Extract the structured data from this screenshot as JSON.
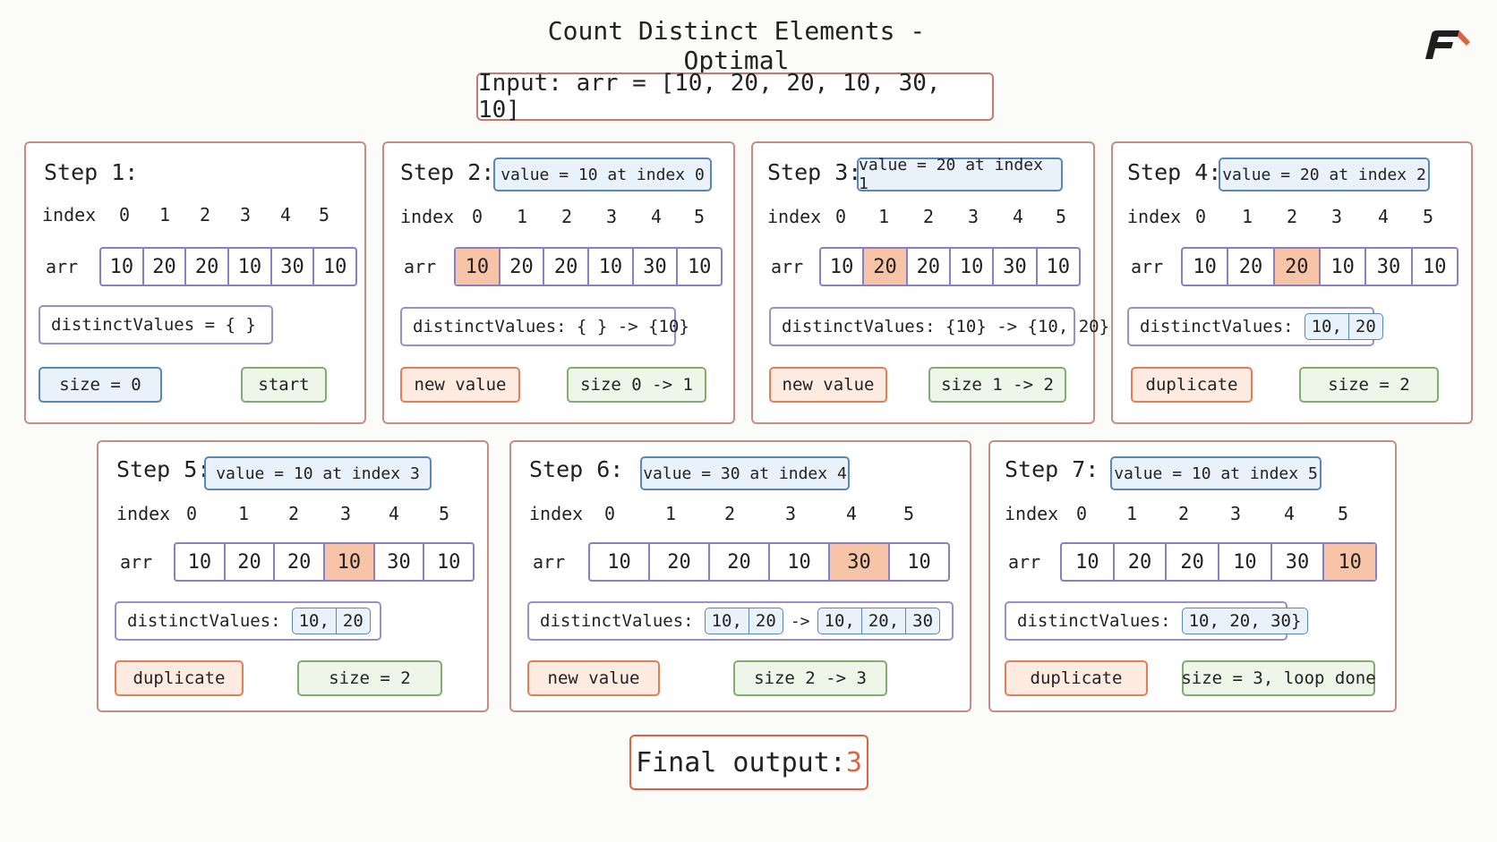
{
  "title": "Count Distinct Elements - Optimal",
  "input": "Input: arr = [10, 20, 20, 10, 30, 10]",
  "index_label": "index",
  "arr_label": "arr",
  "indices": [
    "0",
    "1",
    "2",
    "3",
    "4",
    "5"
  ],
  "array": [
    "10",
    "20",
    "20",
    "10",
    "30",
    "10"
  ],
  "colors": {
    "accent": "#e0633f",
    "blue_tag": "#5a86b8",
    "green_tag": "#7fae6f",
    "orange_tag": "#e27f58",
    "highlight_cell": "#f7c4a7"
  },
  "steps": [
    {
      "label": "Step 1:",
      "value_tag": "",
      "highlight": -1,
      "distinct_text": "distinctValues = { }",
      "distinct_from": [],
      "distinct_to": [],
      "left_tag": "size = 0",
      "left_color": "blue",
      "right_tag": "start",
      "right_color": "green"
    },
    {
      "label": "Step 2:",
      "value_tag": "value = 10 at index 0",
      "highlight": 0,
      "distinct_text": "distinctValues: { } -> {10}",
      "distinct_from": [],
      "distinct_to": [],
      "left_tag": "new value",
      "left_color": "orange",
      "right_tag": "size 0 -> 1",
      "right_color": "green"
    },
    {
      "label": "Step 3:",
      "value_tag": "value = 20 at index 1",
      "highlight": 1,
      "distinct_text": "distinctValues: {10} -> {10, 20}",
      "distinct_from": [],
      "distinct_to": [],
      "left_tag": "new value",
      "left_color": "orange",
      "right_tag": "size 1 -> 2",
      "right_color": "green"
    },
    {
      "label": "Step 4:",
      "value_tag": "value = 20 at index 2",
      "highlight": 2,
      "distinct_text": "distinctValues:",
      "distinct_from": [
        "10,",
        "20"
      ],
      "distinct_to": [],
      "left_tag": "duplicate",
      "left_color": "orange",
      "right_tag": "size = 2",
      "right_color": "green"
    },
    {
      "label": "Step 5:",
      "value_tag": "value = 10 at index 3",
      "highlight": 3,
      "distinct_text": "distinctValues:",
      "distinct_from": [
        "10,",
        "20"
      ],
      "distinct_to": [],
      "left_tag": "duplicate",
      "left_color": "orange",
      "right_tag": "size = 2",
      "right_color": "green"
    },
    {
      "label": "Step 6:",
      "value_tag": "value = 30 at index 4",
      "highlight": 4,
      "distinct_text": "distinctValues:",
      "distinct_from": [
        "10,",
        "20"
      ],
      "distinct_to": [
        "10,",
        "20,",
        "30"
      ],
      "left_tag": "new value",
      "left_color": "orange",
      "right_tag": "size 2 -> 3",
      "right_color": "green"
    },
    {
      "label": "Step 7:",
      "value_tag": "value = 10 at index 5",
      "highlight": 5,
      "distinct_text": "distinctValues:",
      "distinct_from": [
        "10, 20, 30}"
      ],
      "distinct_to": [],
      "left_tag": "duplicate",
      "left_color": "orange",
      "right_tag": "size = 3, loop done",
      "right_color": "green"
    }
  ],
  "arrow": "->",
  "final_label": "Final output:",
  "final_value": "3"
}
